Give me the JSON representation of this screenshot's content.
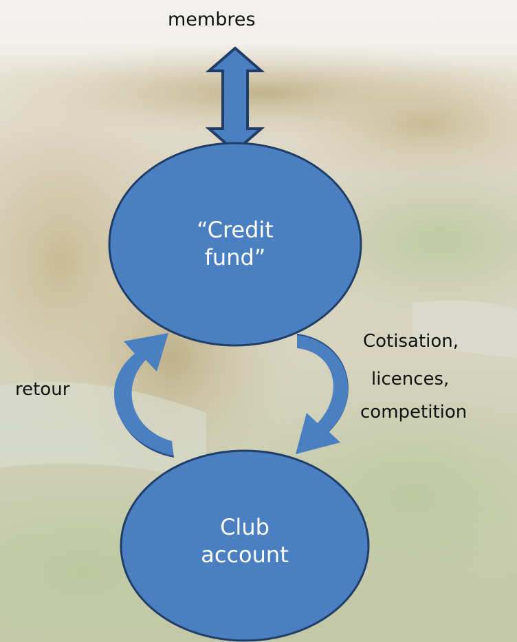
{
  "nodes": {
    "credit_fund": {
      "line1": "“Credit",
      "line2": "fund”"
    },
    "club_account": {
      "line1": "Club",
      "line2": "account"
    }
  },
  "labels": {
    "members": "membres",
    "return": "retour",
    "fees_line1": "Cotisation,",
    "fees_line2": "licences,",
    "fees_line3": "competition"
  },
  "colors": {
    "node_fill": "#4a7fc1",
    "node_stroke": "#1f3d66",
    "arrow_fill": "#4a7fc1",
    "curve_shadow": "#2b4f86"
  }
}
